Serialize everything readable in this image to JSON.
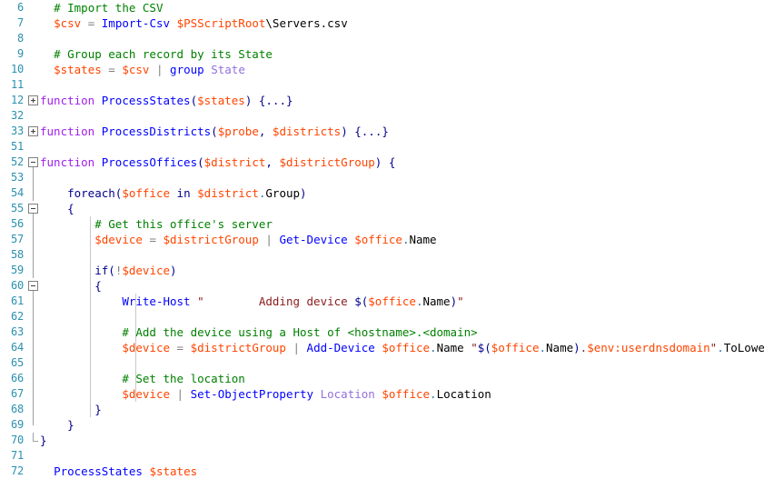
{
  "editor": {
    "name": "code-editor",
    "language": "PowerShell",
    "theme": "light",
    "colors": {
      "background": "#ffffff",
      "line_number": "#2b91af",
      "comment": "#008000",
      "variable": "#ff4500",
      "cmdlet": "#0000ff",
      "keyword": "#00008b",
      "function_keyword": "#a020f0",
      "parameter": "#9370db",
      "string": "#8b1a1a",
      "operator": "#808080",
      "member": "#000000",
      "fold_guide": "#a0a0a0",
      "indent_guide": "#c8c8c8"
    },
    "first_visible_line": 6,
    "last_visible_line": 72
  },
  "lines": [
    {
      "number": "6",
      "fold": "none",
      "indent_guides": [],
      "tokens": [
        {
          "cls": "t-plain",
          "text": "  "
        },
        {
          "cls": "t-cmt",
          "text": "# Import the CSV"
        }
      ]
    },
    {
      "number": "7",
      "fold": "none",
      "indent_guides": [],
      "tokens": [
        {
          "cls": "t-plain",
          "text": "  "
        },
        {
          "cls": "t-var",
          "text": "$csv"
        },
        {
          "cls": "t-plain",
          "text": " "
        },
        {
          "cls": "t-op",
          "text": "="
        },
        {
          "cls": "t-plain",
          "text": " "
        },
        {
          "cls": "t-cmd",
          "text": "Import-Csv"
        },
        {
          "cls": "t-plain",
          "text": " "
        },
        {
          "cls": "t-var",
          "text": "$PSScriptRoot"
        },
        {
          "cls": "t-plain",
          "text": "\\Servers.csv"
        }
      ]
    },
    {
      "number": "8",
      "fold": "none",
      "indent_guides": [],
      "tokens": []
    },
    {
      "number": "9",
      "fold": "none",
      "indent_guides": [],
      "tokens": [
        {
          "cls": "t-plain",
          "text": "  "
        },
        {
          "cls": "t-cmt",
          "text": "# Group each record by its State"
        }
      ]
    },
    {
      "number": "10",
      "fold": "none",
      "indent_guides": [],
      "tokens": [
        {
          "cls": "t-plain",
          "text": "  "
        },
        {
          "cls": "t-var",
          "text": "$states"
        },
        {
          "cls": "t-plain",
          "text": " "
        },
        {
          "cls": "t-op",
          "text": "="
        },
        {
          "cls": "t-plain",
          "text": " "
        },
        {
          "cls": "t-var",
          "text": "$csv"
        },
        {
          "cls": "t-plain",
          "text": " "
        },
        {
          "cls": "t-op",
          "text": "|"
        },
        {
          "cls": "t-plain",
          "text": " "
        },
        {
          "cls": "t-cmd",
          "text": "group"
        },
        {
          "cls": "t-plain",
          "text": " "
        },
        {
          "cls": "t-type",
          "text": "State"
        }
      ]
    },
    {
      "number": "11",
      "fold": "none",
      "indent_guides": [],
      "tokens": []
    },
    {
      "number": "12",
      "fold": "collapsed",
      "indent_guides": [],
      "tokens": [
        {
          "cls": "t-fn",
          "text": "function"
        },
        {
          "cls": "t-plain",
          "text": " "
        },
        {
          "cls": "t-cmd",
          "text": "ProcessStates"
        },
        {
          "cls": "t-pun",
          "text": "("
        },
        {
          "cls": "t-var",
          "text": "$states"
        },
        {
          "cls": "t-pun",
          "text": ")"
        },
        {
          "cls": "t-plain",
          "text": " "
        },
        {
          "cls": "t-pun",
          "text": "{...}"
        }
      ]
    },
    {
      "number": "32",
      "fold": "none",
      "indent_guides": [],
      "tokens": []
    },
    {
      "number": "33",
      "fold": "collapsed",
      "indent_guides": [],
      "tokens": [
        {
          "cls": "t-fn",
          "text": "function"
        },
        {
          "cls": "t-plain",
          "text": " "
        },
        {
          "cls": "t-cmd",
          "text": "ProcessDistricts"
        },
        {
          "cls": "t-pun",
          "text": "("
        },
        {
          "cls": "t-var",
          "text": "$probe"
        },
        {
          "cls": "t-pun",
          "text": ","
        },
        {
          "cls": "t-plain",
          "text": " "
        },
        {
          "cls": "t-var",
          "text": "$districts"
        },
        {
          "cls": "t-pun",
          "text": ")"
        },
        {
          "cls": "t-plain",
          "text": " "
        },
        {
          "cls": "t-pun",
          "text": "{...}"
        }
      ]
    },
    {
      "number": "51",
      "fold": "none",
      "indent_guides": [],
      "tokens": []
    },
    {
      "number": "52",
      "fold": "expanded",
      "indent_guides": [],
      "tokens": [
        {
          "cls": "t-fn",
          "text": "function"
        },
        {
          "cls": "t-plain",
          "text": " "
        },
        {
          "cls": "t-cmd",
          "text": "ProcessOffices"
        },
        {
          "cls": "t-pun",
          "text": "("
        },
        {
          "cls": "t-var",
          "text": "$district"
        },
        {
          "cls": "t-pun",
          "text": ","
        },
        {
          "cls": "t-plain",
          "text": " "
        },
        {
          "cls": "t-var",
          "text": "$districtGroup"
        },
        {
          "cls": "t-pun",
          "text": ")"
        },
        {
          "cls": "t-plain",
          "text": " "
        },
        {
          "cls": "t-pun",
          "text": "{"
        }
      ]
    },
    {
      "number": "53",
      "fold": "line",
      "indent_guides": [],
      "tokens": []
    },
    {
      "number": "54",
      "fold": "line",
      "indent_guides": [],
      "tokens": [
        {
          "cls": "t-plain",
          "text": "    "
        },
        {
          "cls": "t-kw",
          "text": "foreach"
        },
        {
          "cls": "t-pun",
          "text": "("
        },
        {
          "cls": "t-var",
          "text": "$office"
        },
        {
          "cls": "t-plain",
          "text": " "
        },
        {
          "cls": "t-kw",
          "text": "in"
        },
        {
          "cls": "t-plain",
          "text": " "
        },
        {
          "cls": "t-var",
          "text": "$district"
        },
        {
          "cls": "t-dot",
          "text": "."
        },
        {
          "cls": "t-mem",
          "text": "Group"
        },
        {
          "cls": "t-pun",
          "text": ")"
        }
      ]
    },
    {
      "number": "55",
      "fold": "expanded",
      "indent_guides": [],
      "tokens": [
        {
          "cls": "t-plain",
          "text": "    "
        },
        {
          "cls": "t-pun",
          "text": "{"
        }
      ]
    },
    {
      "number": "56",
      "fold": "line",
      "indent_guides": [
        55
      ],
      "tokens": [
        {
          "cls": "t-plain",
          "text": "        "
        },
        {
          "cls": "t-cmt",
          "text": "# Get this office's server"
        }
      ]
    },
    {
      "number": "57",
      "fold": "line",
      "indent_guides": [
        55
      ],
      "tokens": [
        {
          "cls": "t-plain",
          "text": "        "
        },
        {
          "cls": "t-var",
          "text": "$device"
        },
        {
          "cls": "t-plain",
          "text": " "
        },
        {
          "cls": "t-op",
          "text": "="
        },
        {
          "cls": "t-plain",
          "text": " "
        },
        {
          "cls": "t-var",
          "text": "$districtGroup"
        },
        {
          "cls": "t-plain",
          "text": " "
        },
        {
          "cls": "t-op",
          "text": "|"
        },
        {
          "cls": "t-plain",
          "text": " "
        },
        {
          "cls": "t-cmd",
          "text": "Get-Device"
        },
        {
          "cls": "t-plain",
          "text": " "
        },
        {
          "cls": "t-var",
          "text": "$office"
        },
        {
          "cls": "t-dot",
          "text": "."
        },
        {
          "cls": "t-mem",
          "text": "Name"
        }
      ]
    },
    {
      "number": "58",
      "fold": "line",
      "indent_guides": [
        55
      ],
      "tokens": []
    },
    {
      "number": "59",
      "fold": "line",
      "indent_guides": [
        55
      ],
      "tokens": [
        {
          "cls": "t-plain",
          "text": "        "
        },
        {
          "cls": "t-kw",
          "text": "if"
        },
        {
          "cls": "t-pun",
          "text": "("
        },
        {
          "cls": "t-op",
          "text": "!"
        },
        {
          "cls": "t-var",
          "text": "$device"
        },
        {
          "cls": "t-pun",
          "text": ")"
        }
      ]
    },
    {
      "number": "60",
      "fold": "expanded",
      "indent_guides": [
        55
      ],
      "tokens": [
        {
          "cls": "t-plain",
          "text": "        "
        },
        {
          "cls": "t-pun",
          "text": "{"
        }
      ]
    },
    {
      "number": "61",
      "fold": "line",
      "indent_guides": [
        55,
        105
      ],
      "tokens": [
        {
          "cls": "t-plain",
          "text": "            "
        },
        {
          "cls": "t-cmd",
          "text": "Write-Host"
        },
        {
          "cls": "t-plain",
          "text": " "
        },
        {
          "cls": "t-str",
          "text": "\"        Adding device "
        },
        {
          "cls": "t-pun",
          "text": "$("
        },
        {
          "cls": "t-var",
          "text": "$office"
        },
        {
          "cls": "t-dot",
          "text": "."
        },
        {
          "cls": "t-mem",
          "text": "Name"
        },
        {
          "cls": "t-pun",
          "text": ")"
        },
        {
          "cls": "t-str",
          "text": "\""
        }
      ]
    },
    {
      "number": "62",
      "fold": "line",
      "indent_guides": [
        55,
        105
      ],
      "tokens": []
    },
    {
      "number": "63",
      "fold": "line",
      "indent_guides": [
        55,
        105
      ],
      "tokens": [
        {
          "cls": "t-plain",
          "text": "            "
        },
        {
          "cls": "t-cmt",
          "text": "# Add the device using a Host of <hostname>.<domain>"
        }
      ]
    },
    {
      "number": "64",
      "fold": "line",
      "indent_guides": [
        55,
        105
      ],
      "tokens": [
        {
          "cls": "t-plain",
          "text": "            "
        },
        {
          "cls": "t-var",
          "text": "$device"
        },
        {
          "cls": "t-plain",
          "text": " "
        },
        {
          "cls": "t-op",
          "text": "="
        },
        {
          "cls": "t-plain",
          "text": " "
        },
        {
          "cls": "t-var",
          "text": "$districtGroup"
        },
        {
          "cls": "t-plain",
          "text": " "
        },
        {
          "cls": "t-op",
          "text": "|"
        },
        {
          "cls": "t-plain",
          "text": " "
        },
        {
          "cls": "t-cmd",
          "text": "Add-Device"
        },
        {
          "cls": "t-plain",
          "text": " "
        },
        {
          "cls": "t-var",
          "text": "$office"
        },
        {
          "cls": "t-dot",
          "text": "."
        },
        {
          "cls": "t-mem",
          "text": "Name"
        },
        {
          "cls": "t-plain",
          "text": " "
        },
        {
          "cls": "t-str",
          "text": "\""
        },
        {
          "cls": "t-pun",
          "text": "$("
        },
        {
          "cls": "t-var",
          "text": "$office"
        },
        {
          "cls": "t-dot",
          "text": "."
        },
        {
          "cls": "t-mem",
          "text": "Name"
        },
        {
          "cls": "t-pun",
          "text": ")"
        },
        {
          "cls": "t-str",
          "text": "."
        },
        {
          "cls": "t-var",
          "text": "$env:userdnsdomain"
        },
        {
          "cls": "t-str",
          "text": "\""
        },
        {
          "cls": "t-dot",
          "text": "."
        },
        {
          "cls": "t-mem",
          "text": "ToLower"
        },
        {
          "cls": "t-pun",
          "text": "()"
        }
      ]
    },
    {
      "number": "65",
      "fold": "line",
      "indent_guides": [
        55,
        105
      ],
      "tokens": []
    },
    {
      "number": "66",
      "fold": "line",
      "indent_guides": [
        55,
        105
      ],
      "tokens": [
        {
          "cls": "t-plain",
          "text": "            "
        },
        {
          "cls": "t-cmt",
          "text": "# Set the location"
        }
      ]
    },
    {
      "number": "67",
      "fold": "line",
      "indent_guides": [
        55,
        105
      ],
      "tokens": [
        {
          "cls": "t-plain",
          "text": "            "
        },
        {
          "cls": "t-var",
          "text": "$device"
        },
        {
          "cls": "t-plain",
          "text": " "
        },
        {
          "cls": "t-op",
          "text": "|"
        },
        {
          "cls": "t-plain",
          "text": " "
        },
        {
          "cls": "t-cmd",
          "text": "Set-ObjectProperty"
        },
        {
          "cls": "t-plain",
          "text": " "
        },
        {
          "cls": "t-type",
          "text": "Location"
        },
        {
          "cls": "t-plain",
          "text": " "
        },
        {
          "cls": "t-var",
          "text": "$office"
        },
        {
          "cls": "t-dot",
          "text": "."
        },
        {
          "cls": "t-mem",
          "text": "Location"
        }
      ]
    },
    {
      "number": "68",
      "fold": "line",
      "indent_guides": [
        55
      ],
      "tokens": [
        {
          "cls": "t-plain",
          "text": "        "
        },
        {
          "cls": "t-pun",
          "text": "}"
        }
      ]
    },
    {
      "number": "69",
      "fold": "endhalf",
      "indent_guides": [],
      "tokens": [
        {
          "cls": "t-plain",
          "text": "    "
        },
        {
          "cls": "t-pun",
          "text": "}"
        }
      ]
    },
    {
      "number": "70",
      "fold": "end",
      "indent_guides": [],
      "tokens": [
        {
          "cls": "t-pun",
          "text": "}"
        }
      ]
    },
    {
      "number": "71",
      "fold": "none",
      "indent_guides": [],
      "tokens": []
    },
    {
      "number": "72",
      "fold": "none",
      "indent_guides": [],
      "tokens": [
        {
          "cls": "t-plain",
          "text": "  "
        },
        {
          "cls": "t-cmd",
          "text": "ProcessStates"
        },
        {
          "cls": "t-plain",
          "text": " "
        },
        {
          "cls": "t-var",
          "text": "$states"
        }
      ]
    }
  ]
}
